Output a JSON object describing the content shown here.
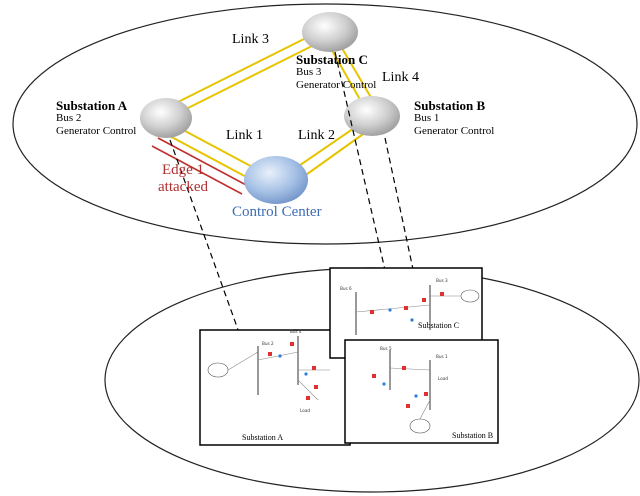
{
  "cyber_layer": {
    "substation_a": {
      "title": "Substation A",
      "bus": "Bus 2",
      "role": "Generator Control"
    },
    "substation_b": {
      "title": "Substation B",
      "bus": "Bus 1",
      "role": "Generator Control"
    },
    "substation_c": {
      "title": "Substation C",
      "bus": "Bus 3",
      "role": "Generator Control"
    },
    "control_center": "Control  Center",
    "links": {
      "link1": "Link 1",
      "link2": "Link 2",
      "link3": "Link 3",
      "link4": "Link 4"
    },
    "attack": {
      "line1": "Edge 1",
      "line2": "attacked"
    }
  },
  "physical_layer": {
    "substation_a_label": "Substation A",
    "substation_b_label": "Substation B",
    "substation_c_label": "Substation C",
    "bus_labels": {
      "bus1": "Bus 1",
      "bus2": "Bus 2",
      "bus3": "Bus 3",
      "bus4": "Bus 4",
      "bus5": "Bus 5",
      "bus6": "Bus 6"
    },
    "load_labels": {
      "load_a": "Load",
      "load_b": "Load"
    }
  },
  "colors": {
    "node_fill": "#c8c8c8",
    "control_center_fill": "#a9c3e6",
    "link_color": "#e6c400",
    "attack_color": "#c03030",
    "control_text": "#3d6db3",
    "attack_text": "#b03030"
  }
}
